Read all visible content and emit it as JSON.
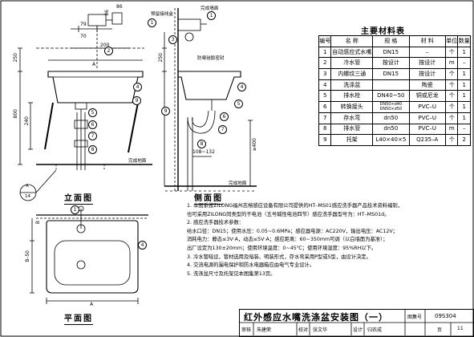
{
  "materials_table": {
    "title": "主要材料表",
    "headers": [
      "编号",
      "名 称",
      "规 格",
      "材 料",
      "单位",
      "数量"
    ],
    "rows": [
      [
        "1",
        "自动感应式水嘴",
        "DN15",
        "–",
        "个",
        "1"
      ],
      [
        "2",
        "冷水管",
        "按设计",
        "按设计",
        "m",
        "–"
      ],
      [
        "3",
        "内螺纹三通",
        "DN15",
        "按设计",
        "个",
        "1"
      ],
      [
        "4",
        "洗涤盆",
        "",
        "陶瓷",
        "个",
        "1"
      ],
      [
        "5",
        "排水栓",
        "DN40~50",
        "铜或尼龙",
        "个",
        "1"
      ],
      [
        "6",
        "转换接头",
        "DN50×d40 DN50×d50",
        "PVC–U",
        "个",
        "1"
      ],
      [
        "7",
        "存水弯",
        "dn50",
        "PVC–U",
        "个",
        "1"
      ],
      [
        "8",
        "排水管",
        "dn50",
        "PVC–U",
        "m",
        "–"
      ],
      [
        "9",
        "托架",
        "L40×40×5",
        "Q235–A",
        "个",
        "2"
      ]
    ]
  },
  "views": {
    "front": "立面图",
    "side": "侧面图",
    "plan": "平面图"
  },
  "annotations": {
    "embedded_box": "预留接线盒",
    "finished_wall": "完成墙面",
    "sealant": "防霉硅胶密封",
    "finished_floor_front": "完成地面",
    "finished_floor_side": "完成地面",
    "section_ref_top": "A",
    "section_ref_bottom": "14"
  },
  "dimensions": {
    "d86_h": "86",
    "d86_v": "86",
    "d79": "79",
    "d70": "70",
    "d200": "200",
    "d250_front": "250",
    "d800": "800",
    "d240": "240",
    "d250_side": "250",
    "d108_132": "108~132",
    "d400": "≥400",
    "dA_front": "A",
    "dA_plan": "A",
    "dB_plan": "B–50",
    "dB_plan2": "B"
  },
  "notes": {
    "lines": [
      "1. 本图系按ZILONG福州志榕感应设备有限公司提供的HT–MS01感应洗手器产品技术资料编制，",
      "    也可采用ZILONG同类型的干电池（五号碱性电池四节）感应洗手器型号为：HT–MS01d。",
      "2. 感应洗手器技术参数：",
      "    给水口径：DN15；使用水压：0.05~0.6MPa；感应器电源：AC220V，输出电压：AC12V；",
      "    消耗电力：静态≤3V·A，动态≤5V·A；感应距离：60~350mm可调（以白墙面为基准）；",
      "    出厂设定为130±20mm；使用环境温度：0~45℃；使用环境湿度：95%RH以下。",
      "3. 冷水管暗设，管材选用及暗装、明装形式，存水弯采用P型或S型，由设计决定。",
      "4. 交流电源的漏电保护和防水电器箱应由电气专业设计。",
      "5. 洗涤盆尺寸及托架见本图集第13页。"
    ]
  },
  "title_block": {
    "title": "红外感应水嘴洗涤盆安装图（一）",
    "atlas_label": "图集号",
    "atlas_no": "09S304",
    "review_label": "审核",
    "reviewer": "朱建荣",
    "check_label": "校对",
    "checker": "张文华",
    "design_label": "设计",
    "designer": "归衣成",
    "page_label": "页",
    "page_no": "11"
  }
}
